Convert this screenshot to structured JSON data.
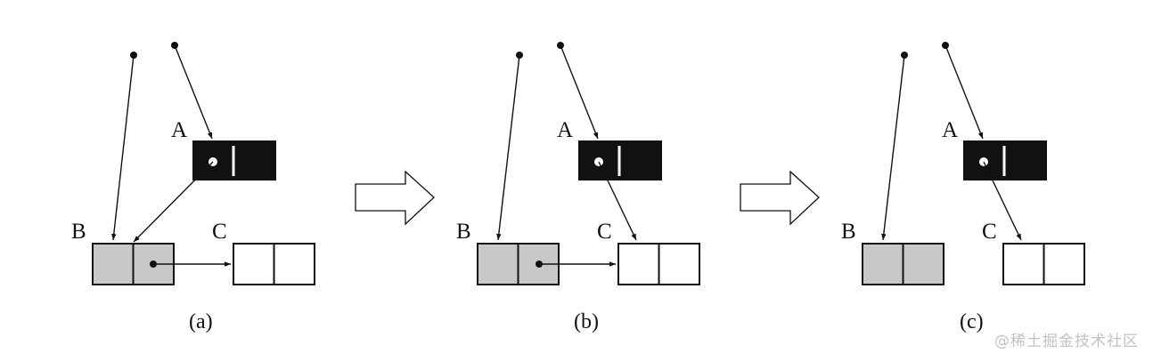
{
  "colors": {
    "stroke": "#111111",
    "node_a_fill": "#111111",
    "node_b_fill": "#c8c8c8",
    "node_c_fill": "#ffffff",
    "pointer_in_a": "#ffffff"
  },
  "panels": [
    {
      "id": "a",
      "caption": "(a)",
      "labels": {
        "a": "A",
        "b": "B",
        "c": "C"
      },
      "edges": [
        "root1 -> B",
        "root2 -> A",
        "A -> B",
        "B -> C"
      ]
    },
    {
      "id": "b",
      "caption": "(b)",
      "labels": {
        "a": "A",
        "b": "B",
        "c": "C"
      },
      "edges": [
        "root1 -> B",
        "root2 -> A",
        "A -> C",
        "B -> C"
      ]
    },
    {
      "id": "c",
      "caption": "(c)",
      "labels": {
        "a": "A",
        "b": "B",
        "c": "C"
      },
      "edges": [
        "root1 -> B",
        "root2 -> A",
        "A -> C"
      ]
    }
  ],
  "transition_icon": "hollow-right-arrow",
  "watermark": "@稀土掘金技术社区"
}
